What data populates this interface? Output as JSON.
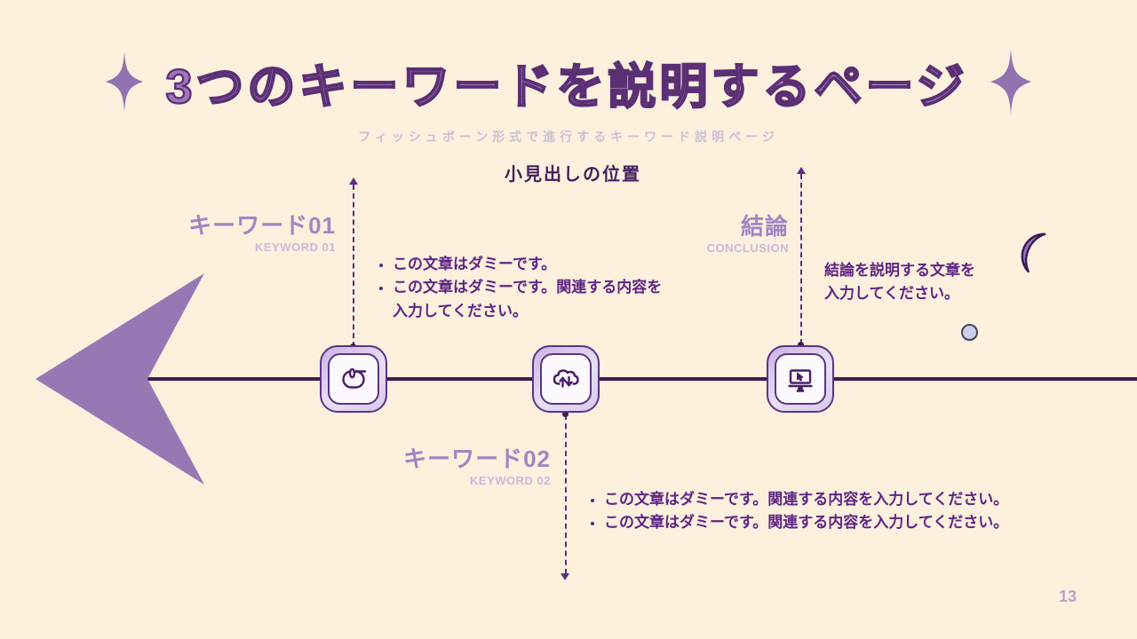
{
  "slide": {
    "title": "3つのキーワードを説明するページ",
    "subtitle": "フィッシュボーン形式で進行するキーワード説明ページ",
    "subheading": "小見出しの位置",
    "page_number": "13"
  },
  "keyword1": {
    "label": "キーワード01",
    "sublabel": "KEYWORD 01",
    "bullets": [
      "この文章はダミーです。",
      "この文章はダミーです。関連する内容を入力してください。"
    ]
  },
  "keyword2": {
    "label": "キーワード02",
    "sublabel": "KEYWORD 02",
    "bullets": [
      "この文章はダミーです。関連する内容を入力してください。",
      "この文章はダミーです。関連する内容を入力してください。"
    ]
  },
  "conclusion": {
    "label": "結論",
    "sublabel": "CONCLUSION",
    "text": "結論を説明する文章を入力してください。"
  },
  "icons": {
    "step1": "mouse-icon",
    "step2": "cloud-sync-icon",
    "step3": "monitor-cursor-icon"
  },
  "colors": {
    "background": "#fdf0dd",
    "accent_purple": "#9778b5",
    "dark_purple": "#41194e",
    "text_purple": "#5e2584",
    "label_purple": "#a186c2",
    "light_label": "#c9badd",
    "subtitle_gray": "#cbc2d7"
  }
}
